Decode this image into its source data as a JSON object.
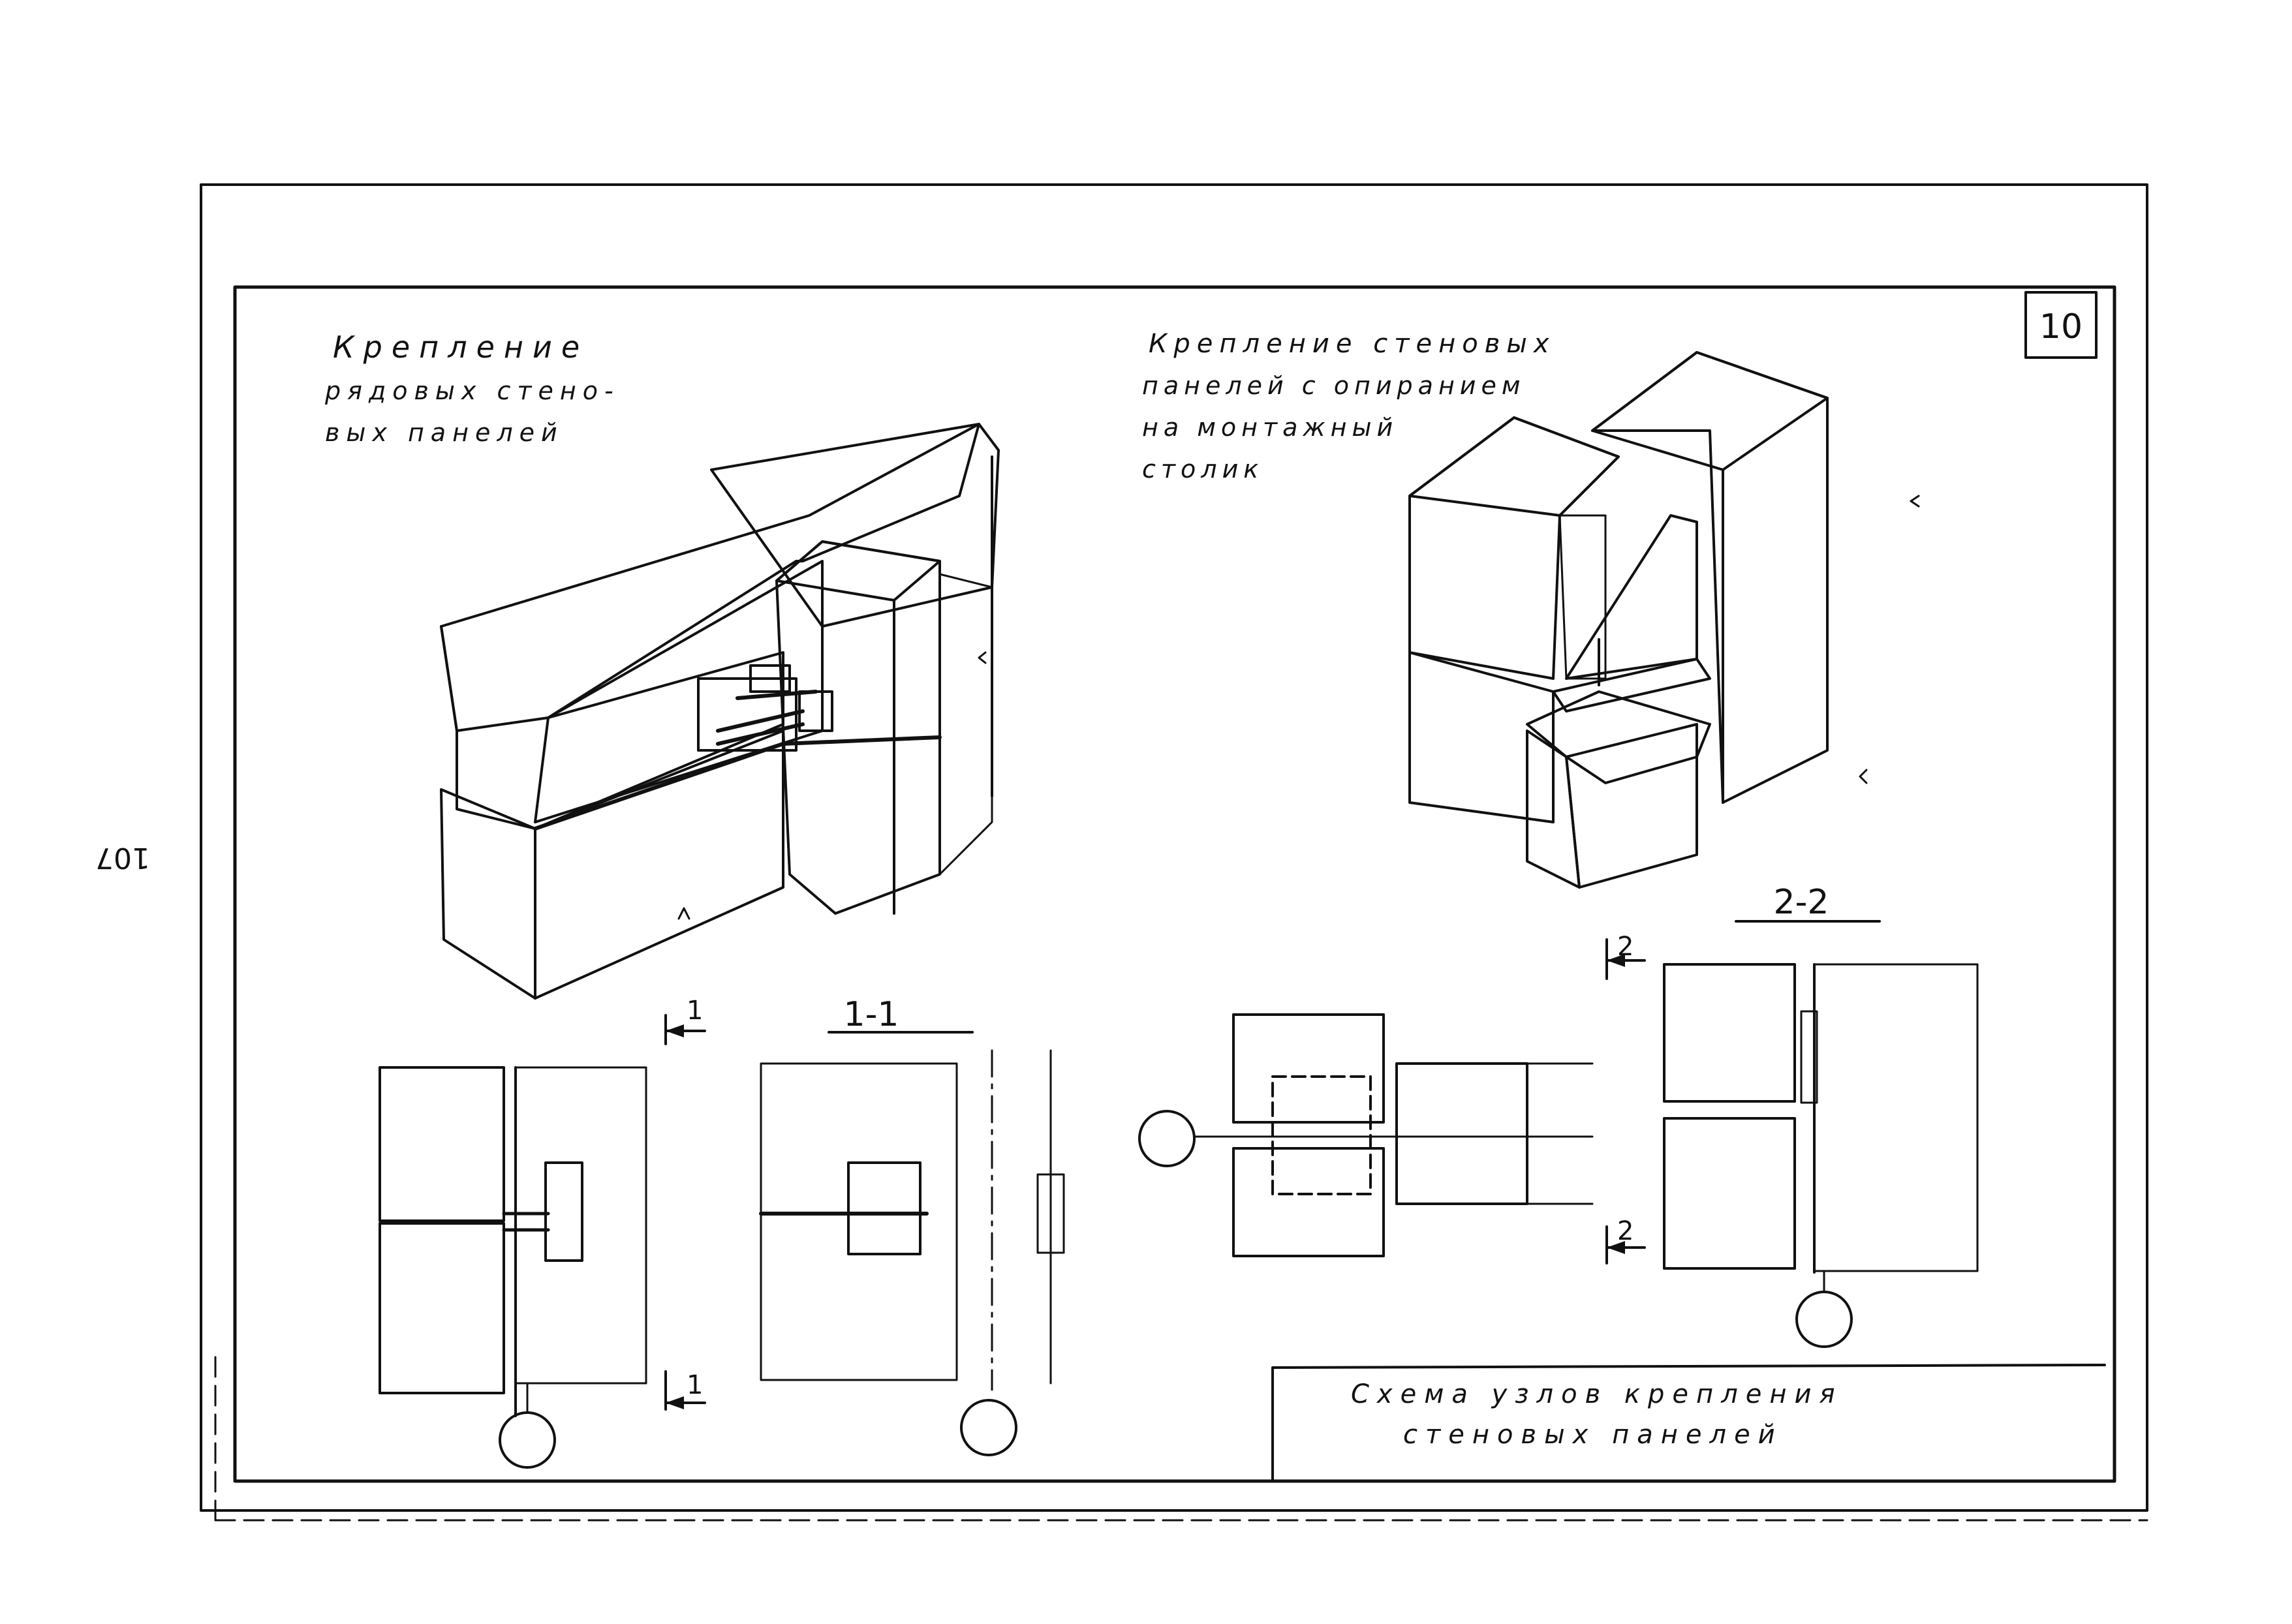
{
  "sheet": {
    "page_number_side": "107",
    "sheet_number": "10"
  },
  "titles": {
    "left_view": [
      "Крепление",
      "рядовых стено-",
      "вых панелей"
    ],
    "right_view": [
      "Крепление стеновых",
      "панелей с опиранием",
      "на монтажный",
      "столик"
    ]
  },
  "sections": {
    "marker_1": "1",
    "section_1_1": "1-1",
    "marker_2": "2",
    "section_2_2": "2-2"
  },
  "caption": {
    "line1": "Схема узлов крепления",
    "line2": "стеновых панелей"
  }
}
